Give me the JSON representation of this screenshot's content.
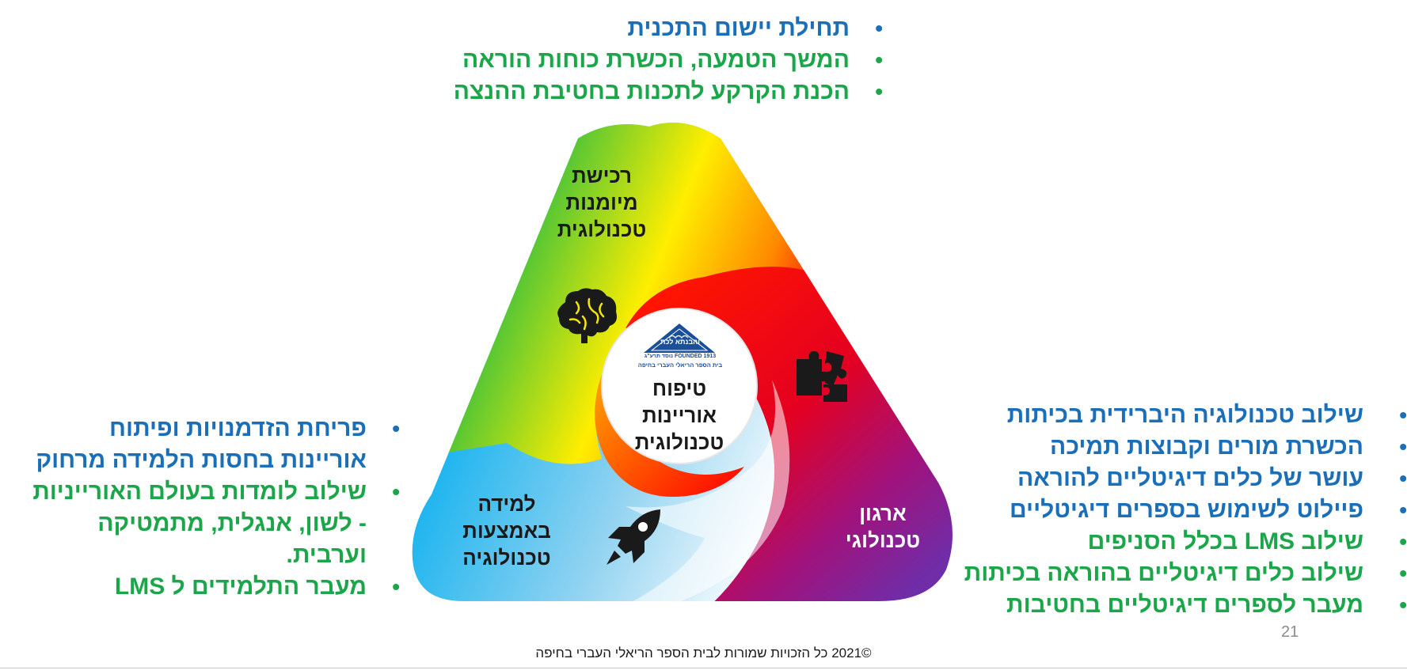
{
  "top_bullets": [
    {
      "text": "תחילת יישום התכנית",
      "color": "blue"
    },
    {
      "text": "המשך הטמעה, הכשרת כוחות הוראה",
      "color": "green"
    },
    {
      "text": "הכנת הקרקע לתכנות בחטיבת ההנצה",
      "color": "green"
    }
  ],
  "right_bullets": [
    {
      "text": "שילוב טכנולוגיה היברידית בכיתות",
      "color": "blue"
    },
    {
      "text": "הכשרת מורים וקבוצות תמיכה",
      "color": "blue"
    },
    {
      "text": "עושר של כלים דיגיטליים להוראה",
      "color": "blue"
    },
    {
      "text": "פיילוט לשימוש בספרים דיגיטליים",
      "color": "blue"
    },
    {
      "text": "שילוב LMS  בכלל הסניפים",
      "color": "green"
    },
    {
      "text": "שילוב כלים דיגיטליים בהוראה בכיתות",
      "color": "green"
    },
    {
      "text": "מעבר לספרים דיגיטליים בחטיבות",
      "color": "green"
    }
  ],
  "left_bullets": [
    {
      "lines": [
        "פריחת הזדמנויות ופיתוח",
        "אוריינות בחסות הלמידה מרחוק"
      ],
      "color": "blue"
    },
    {
      "lines": [
        "שילוב לומדות בעולם האורייניות",
        "-  לשון, אנגלית, מתמטיקה",
        "וערבית."
      ],
      "color": "green"
    },
    {
      "lines": [
        "מעבר התלמידים ל LMS"
      ],
      "color": "green"
    }
  ],
  "diagram": {
    "top_label": [
      "רכישת",
      "מיומנות",
      "טכנולוגית"
    ],
    "left_label": [
      "למידה",
      "באמצעות",
      "טכנולוגיה"
    ],
    "right_label": [
      "ארגון",
      "טכנולוגי"
    ],
    "center_label": [
      "טיפוח",
      "אוריינות",
      "טכנולוגית"
    ],
    "icons": {
      "top": "brain-icon",
      "right": "puzzle-icon",
      "left": "rocket-icon"
    },
    "colors": {
      "green": "#4cc437",
      "yellow": "#ffee00",
      "red": "#ff1500",
      "purple": "#6f2da8",
      "light_blue": "#12b2ef"
    }
  },
  "logo": {
    "name": "והבנתא לכת",
    "founded": "FOUNDED 1913 נוסד תרע\"ג",
    "school": "בית הספר הריאלי העברי בחיפה"
  },
  "page_number": "21",
  "copyright": "©2021  כל הזכויות שמורות לבית הספר הריאלי העברי בחיפה",
  "colors": {
    "blue": "#1b6fb8",
    "green": "#1ba64a"
  }
}
